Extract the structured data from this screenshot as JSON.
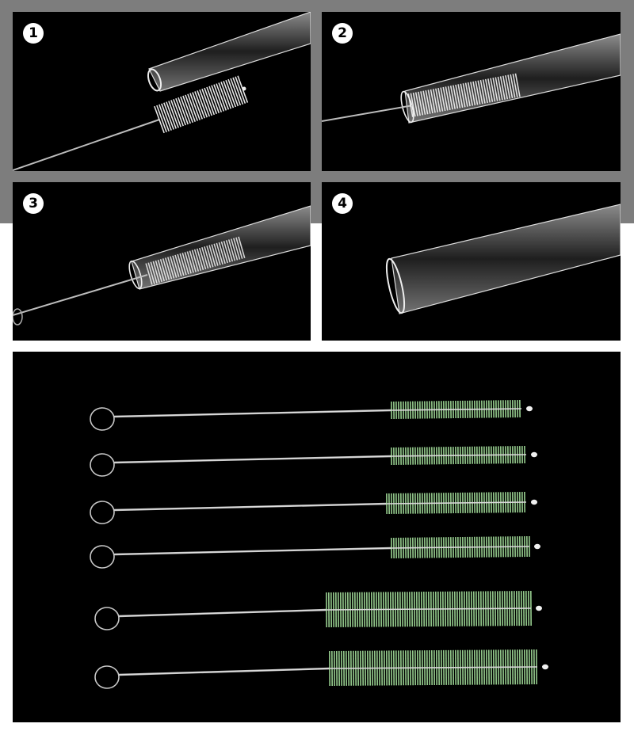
{
  "steps": [
    {
      "number": "1"
    },
    {
      "number": "2"
    },
    {
      "number": "3"
    },
    {
      "number": "4"
    }
  ],
  "colors": {
    "frame_gray": "#7d7d7d",
    "panel_black": "#000000",
    "bristle_white": "#ffffff",
    "bristle_green": "#a8e6a0",
    "wire_silver": "#c8c8c8"
  },
  "brush_count": 6
}
